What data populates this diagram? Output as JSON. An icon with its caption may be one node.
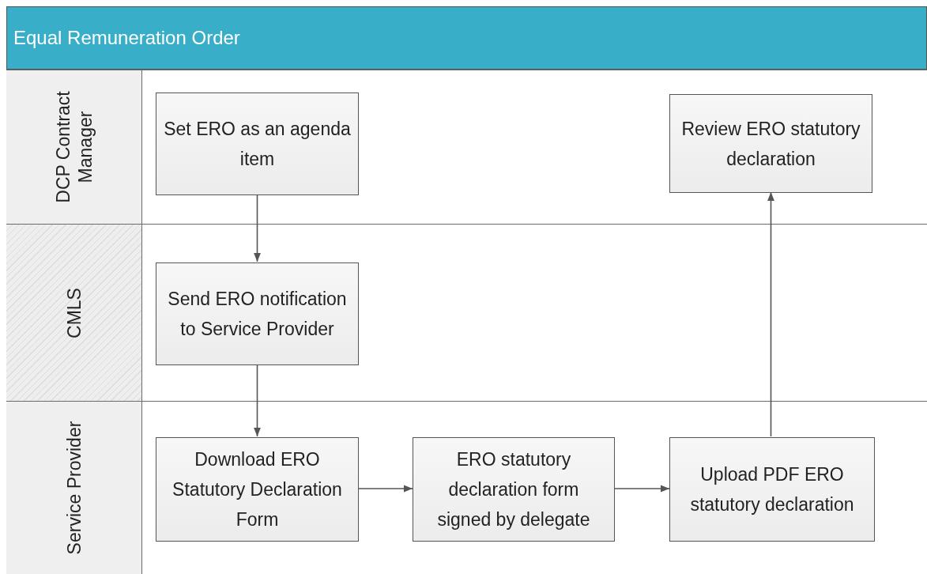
{
  "diagram": {
    "title": "Equal Remuneration Order",
    "nodes": [
      {
        "text": [
          "DCP Contract Manager"
        ]
      },
      {
        "text": [
          "CMLS"
        ]
      },
      {
        "text": [
          "Service Provider"
        ]
      },
      {
        "text": [
          "Set ERO as an agenda item"
        ],
        "in": 0
      },
      {
        "text": [
          "Review ERO statutory declaration"
        ],
        "in": 0
      },
      {
        "text": [
          "Send ERO notification to Service Provider"
        ],
        "in": 1
      },
      {
        "text": [
          "Download ERO Statutory Declaration Form"
        ],
        "in": 2
      },
      {
        "text": [
          "ERO statutory declaration form signed by delegate"
        ],
        "in": 2
      },
      {
        "text": [
          "Upload PDF ERO statutory declaration"
        ],
        "in": 2
      }
    ],
    "edges": [
      {
        "from": 3,
        "to": 5,
        "arrow": "to"
      },
      {
        "from": 5,
        "to": 6,
        "arrow": "to"
      },
      {
        "from": 6,
        "to": 7,
        "arrow": "to"
      },
      {
        "from": 7,
        "to": 8,
        "arrow": "to"
      },
      {
        "from": 8,
        "to": 4,
        "arrow": "to"
      }
    ]
  }
}
